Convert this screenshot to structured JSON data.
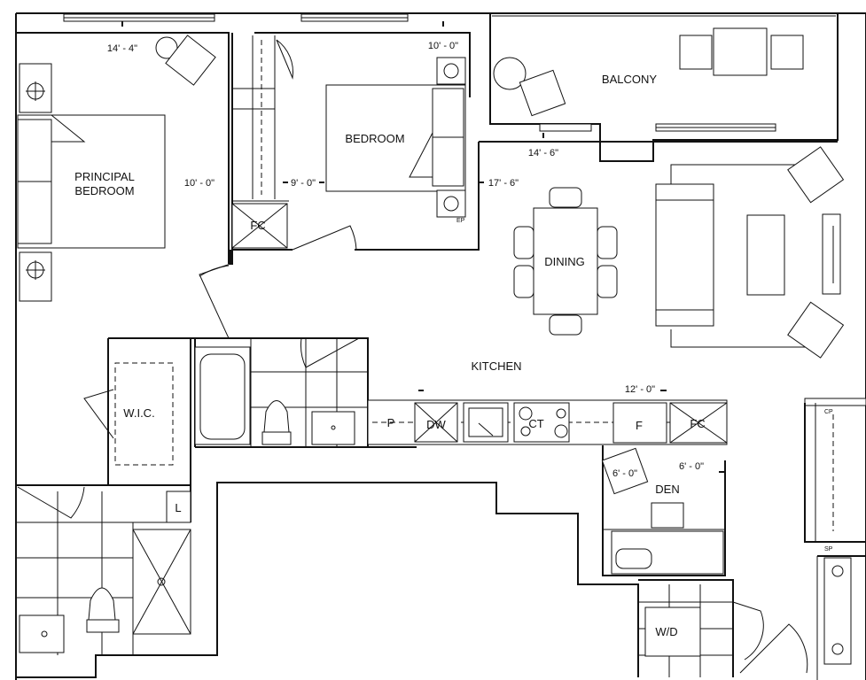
{
  "rooms": {
    "principal": "PRINCIPAL\nBEDROOM",
    "bedroom": "BEDROOM",
    "balcony": "BALCONY",
    "dining": "DINING",
    "kitchen": "KITCHEN",
    "wic": "W.I.C.",
    "den": "DEN",
    "wd": "W/D"
  },
  "fixtures": {
    "fc": "FC",
    "dw": "DW",
    "ct": "CT",
    "p": "P",
    "f": "F",
    "l": "L",
    "ep": "EP",
    "cp": "CP",
    "sp": "SP"
  },
  "dimensions": {
    "principal_w": "14' - 4\"",
    "principal_h": "10' - 0\"",
    "bedroom_w": "10' - 0\"",
    "bedroom_h": "9' - 0\"",
    "balcony_w": "14' - 6\"",
    "living_h": "17' - 6\"",
    "kitchen_w": "12' - 0\"",
    "den_w": "6' - 0\"",
    "den_w2": "6' - 0\""
  },
  "icons": [
    "bed-icon",
    "armchair-icon",
    "sofa-icon",
    "tv-icon",
    "dining-table-icon",
    "toilet-icon",
    "bathtub-icon",
    "shower-icon",
    "sink-icon",
    "cooktop-icon",
    "desk-icon",
    "washer-dryer-icon"
  ]
}
